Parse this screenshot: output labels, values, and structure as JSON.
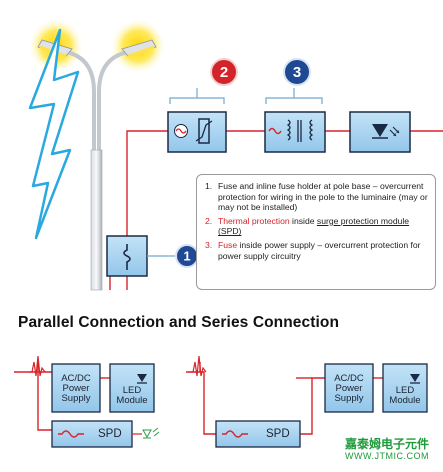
{
  "callouts": {
    "one": "1",
    "two": "2",
    "three": "3"
  },
  "notes": {
    "item1_num": "1.",
    "item1_text": "Fuse and inline fuse holder at pole base – overcurrent  protection for wiring in the pole to the luminaire (may or may not be installed)",
    "item2_num": "2.",
    "item2_lead": "Thermal protection",
    "item2_mid": " inside ",
    "item2_link": "surge protection module (SPD)",
    "item3_num": "3.",
    "item3_lead": "Fuse",
    "item3_text": " inside power supply – overcurrent protection for power supply circuitry"
  },
  "heading": "Parallel Connection and Series Connection",
  "labels": {
    "psu_left": "AC/DC\nPower\nSupply",
    "led_left": "LED\nModule",
    "spd_left": "SPD",
    "psu_right": "AC/DC\nPower\nSupply",
    "led_right": "LED\nModule",
    "spd_right": "SPD"
  },
  "watermark": {
    "chinese": "嘉泰姆电子元件",
    "url": "WWW.JTMIC.COM"
  },
  "colors": {
    "wire": "#d8232a",
    "box_fill": "#a9d4ef",
    "box_border": "#1a2a44",
    "callout_red": "#d3242a",
    "callout_blue": "#1f4a93",
    "lamp_glow": "#ffcc00",
    "lightning": "#2aa8e0",
    "watermark": "#1f9a3b"
  }
}
